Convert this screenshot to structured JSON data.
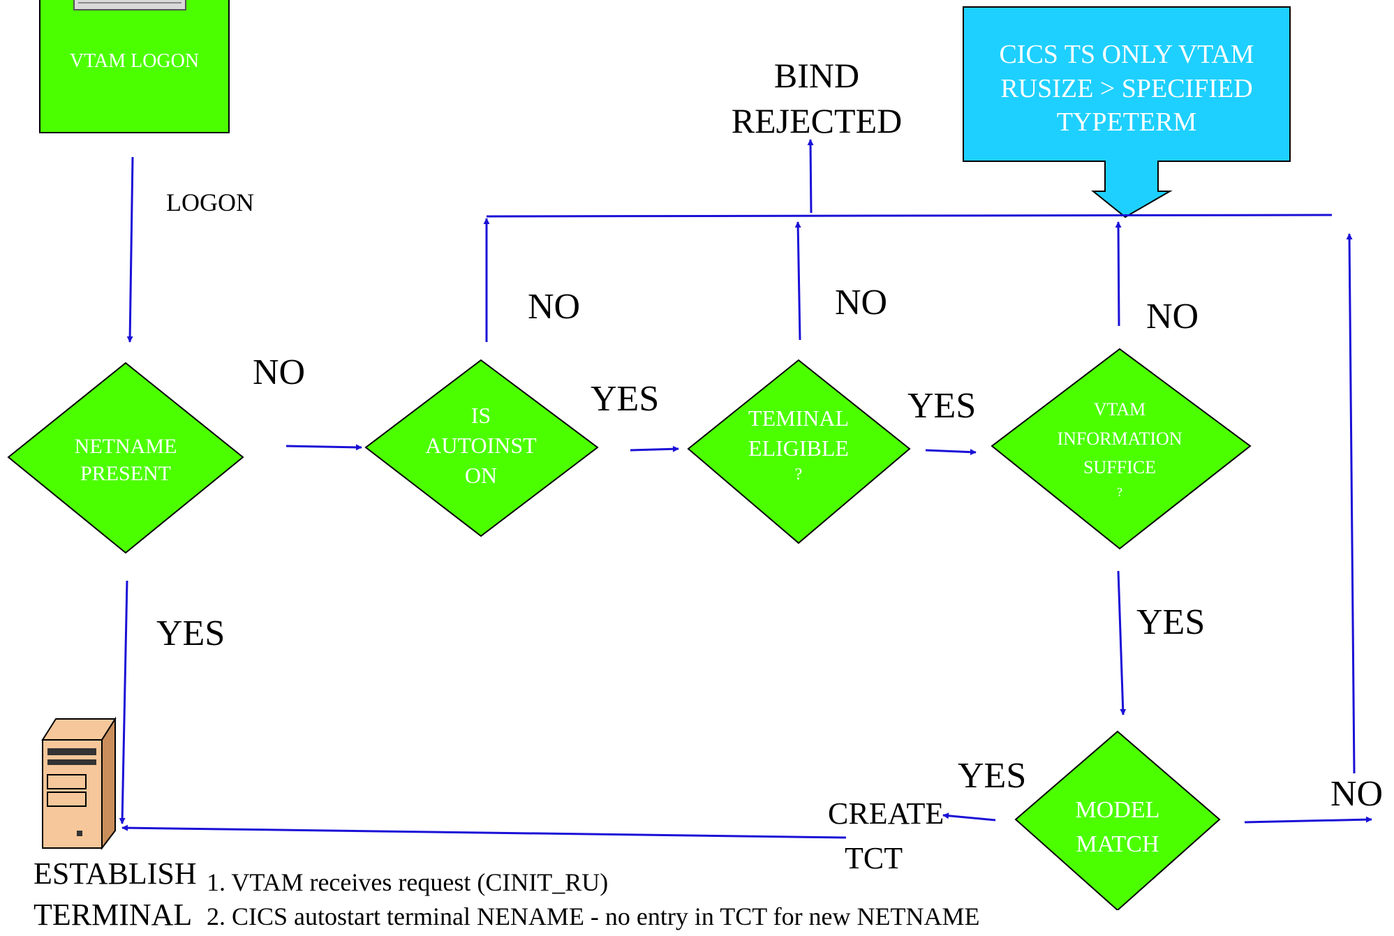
{
  "nodes": {
    "vtam_logon": "VTAM LOGON",
    "netname_present": [
      "NETNAME",
      "PRESENT"
    ],
    "is_autoinst_on": [
      "IS",
      "AUTOINST",
      "ON"
    ],
    "terminal_eligible": [
      "TEMINAL",
      "ELIGIBLE",
      "?"
    ],
    "vtam_info_suffice": [
      "VTAM",
      "INFORMATION",
      "SUFFICE",
      "?"
    ],
    "model_match": [
      "MODEL",
      "MATCH"
    ],
    "bind_rejected": [
      "BIND",
      "REJECTED"
    ],
    "cics_ts_note": [
      "CICS TS ONLY VTAM",
      "RUSIZE > SPECIFIED",
      "TYPETERM"
    ],
    "create_tct": [
      "CREATE",
      "TCT"
    ],
    "establish_terminal": [
      "ESTABLISH",
      "TERMINAL"
    ]
  },
  "edge_labels": {
    "logon": "LOGON",
    "netname_no": "NO",
    "netname_yes": "YES",
    "autoinst_no": "NO",
    "autoinst_yes": "YES",
    "eligible_no": "NO",
    "eligible_yes": "YES",
    "suffice_no": "NO",
    "suffice_yes": "YES",
    "model_yes": "YES",
    "model_no": "NO"
  },
  "notes": [
    "1. VTAM receives request (CINIT_RU)",
    "2. CICS autostart terminal NENAME - no entry in TCT for new NETNAME"
  ],
  "colors": {
    "node_fill": "#4cff00",
    "note_fill": "#1ed0ff",
    "arrow": "#1a10d6",
    "server_fill": "#f6c79a"
  }
}
